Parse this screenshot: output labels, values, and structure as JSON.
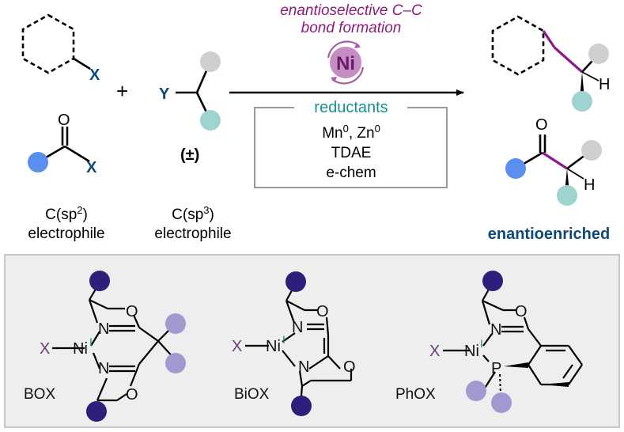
{
  "colors": {
    "purple_text": "#8c1a7e",
    "teal_text": "#16918e",
    "navy": "#0d4a7a",
    "ni_fill": "#c58dc3",
    "ni_ring": "#a85ea4",
    "ni_text": "#6a1a67",
    "bond_purple": "#8a1b8a",
    "gray_dot": "#cfcfcf",
    "teal_dot": "#9ed3cf",
    "blue_dot": "#5a8ff0",
    "dark_dot": "#2f1f7a",
    "light_dot": "#a19ad1",
    "ligand_panel_bg": "#eeeeee",
    "ligand_panel_border": "#c7c7c7",
    "box_border": "#9a9a9a",
    "ligand_text": "#111111",
    "x_purple": "#6a3d78",
    "n_teal": "#1b8b86"
  },
  "arrow_text": {
    "line1": "enantioselective C–C",
    "line2": "bond formation"
  },
  "catalyst": {
    "label": "Ni",
    "icon": "cycle-arrows-icon"
  },
  "reductants": {
    "title": "reductants",
    "metals_base1": "Mn",
    "metals_sup1": "0",
    "metals_sep": ", Zn",
    "metals_sup2": "0",
    "tdae": "TDAE",
    "echem": "e-chem"
  },
  "reactants": {
    "x_label": "X",
    "y_label": "Y",
    "plus": "+",
    "o_label": "O",
    "racemic": "(±)"
  },
  "electrophile_labels": {
    "sp2_pre": "C(sp",
    "sp2_sup": "2",
    "sp2_post": ")",
    "sp2_line2": "electrophile",
    "sp3_pre": "C(sp",
    "sp3_sup": "3",
    "sp3_post": ")",
    "sp3_line2": "electrophile"
  },
  "products": {
    "h_label": "H",
    "o_label": "O",
    "result": "enantioenriched"
  },
  "ligands": [
    {
      "name": "BOX"
    },
    {
      "name": "BiOX"
    },
    {
      "name": "PhOX"
    }
  ],
  "ligand_atoms": {
    "n": "N",
    "o": "O",
    "x": "X",
    "ni": "Ni",
    "ni_ox": "I",
    "p": "P"
  }
}
